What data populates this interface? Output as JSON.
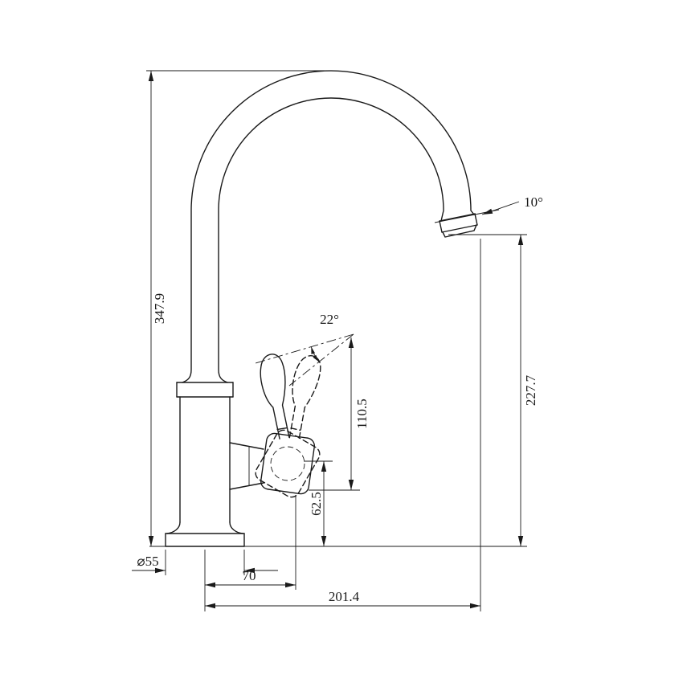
{
  "drawing": {
    "kind": "technical-dimension-drawing",
    "subject": "gooseneck-faucet-side-elevation",
    "line_color": "#1a1a1a",
    "background": "#ffffff",
    "dimensions": {
      "total_height": "347.9",
      "spout_outlet_height": "227.7",
      "handle_length": "110.5",
      "body_center_height": "62.5",
      "handle_offset": "70",
      "spout_reach": "201.4",
      "base_diameter": "⌀55",
      "handle_swing_angle": "22°",
      "outlet_angle": "10°"
    }
  }
}
